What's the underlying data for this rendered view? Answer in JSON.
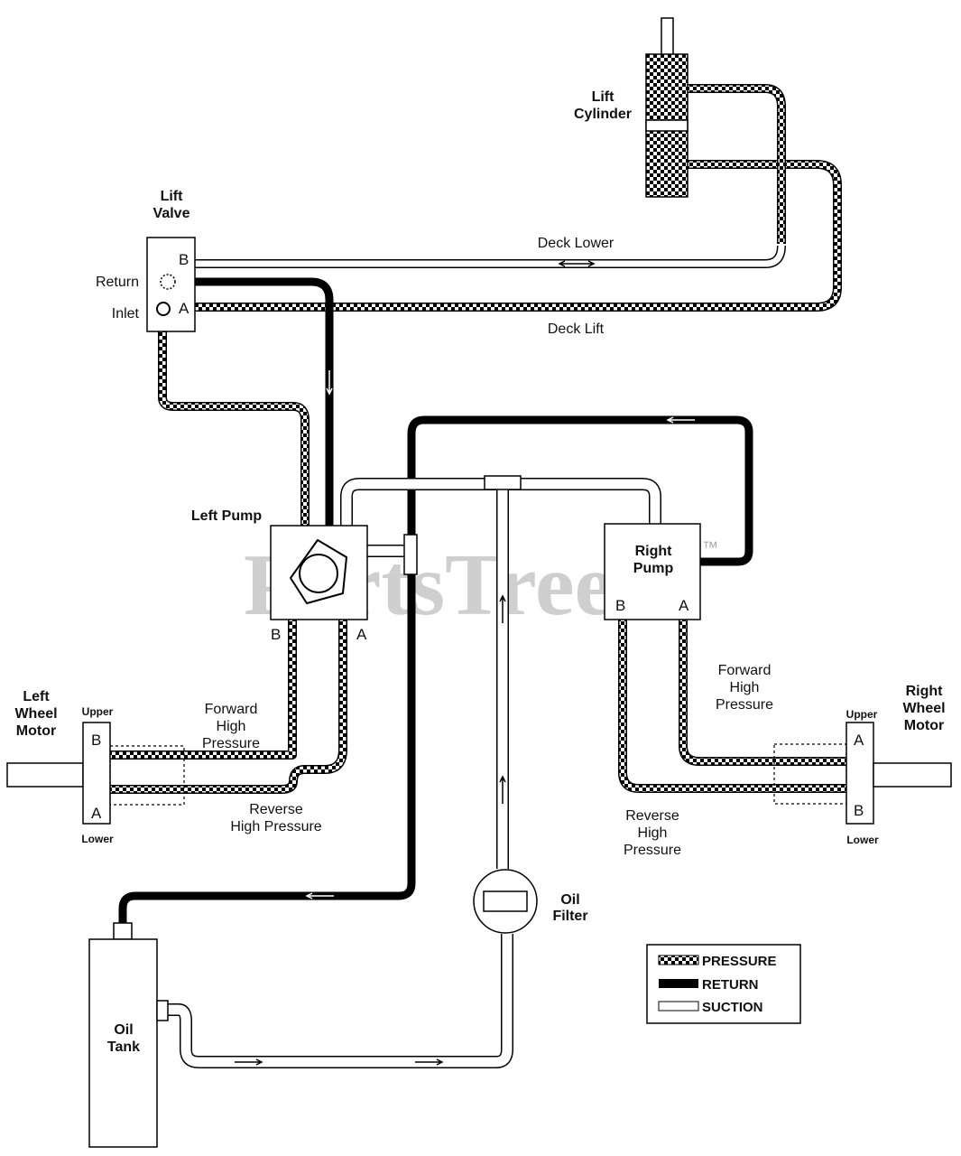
{
  "watermark": {
    "text": "PartsTree",
    "mark": "™"
  },
  "components": {
    "lift_cylinder": [
      "Lift",
      "Cylinder"
    ],
    "lift_valve": [
      "Lift",
      "Valve"
    ],
    "left_pump": "Left Pump",
    "right_pump": [
      "Right",
      "Pump"
    ],
    "left_wheel_motor": [
      "Left",
      "Wheel",
      "Motor"
    ],
    "right_wheel_motor": [
      "Right",
      "Wheel",
      "Motor"
    ],
    "oil_filter": [
      "Oil",
      "Filter"
    ],
    "oil_tank": [
      "Oil",
      "Tank"
    ]
  },
  "ports": {
    "valve_b": "B",
    "valve_a": "A",
    "left_pump_b": "B",
    "left_pump_a": "A",
    "right_pump_b": "B",
    "right_pump_a": "A",
    "left_motor_b": "B",
    "left_motor_a": "A",
    "right_motor_a": "A",
    "right_motor_b": "B"
  },
  "labels": {
    "return": "Return",
    "inlet": "Inlet",
    "deck_lower": "Deck Lower",
    "deck_lift": "Deck Lift",
    "left_forward": [
      "Forward",
      "High",
      "Pressure"
    ],
    "left_reverse": [
      "Reverse",
      "High Pressure"
    ],
    "right_forward": [
      "Forward",
      "High",
      "Pressure"
    ],
    "right_reverse": [
      "Reverse",
      "High",
      "Pressure"
    ],
    "left_upper": "Upper",
    "left_lower": "Lower",
    "right_upper": "Upper",
    "right_lower": "Lower"
  },
  "legend": {
    "pressure": "PRESSURE",
    "return": "RETURN",
    "suction": "SUCTION"
  },
  "line_styles": {
    "pressure": "#000000",
    "return": "#111111",
    "suction": "#ffffff"
  }
}
